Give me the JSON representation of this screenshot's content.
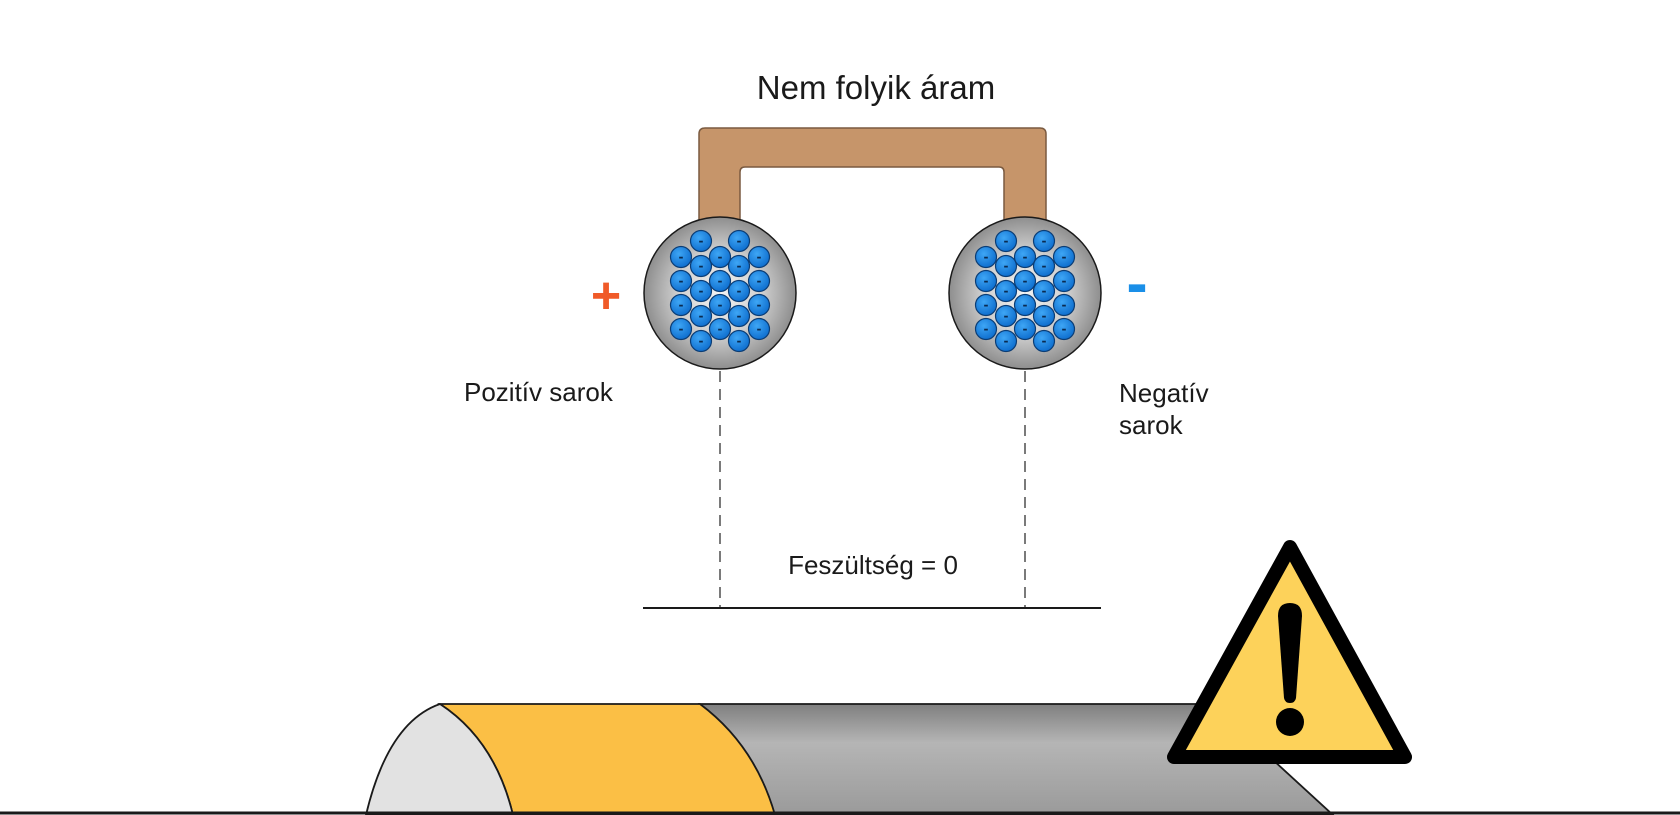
{
  "title": "Nem folyik áram",
  "positive_terminal": {
    "sign": "+",
    "label": "Pozitív sarok"
  },
  "negative_terminal": {
    "sign": "-",
    "label_line1": "Negatív",
    "label_line2": "sarok"
  },
  "voltage_label": "Feszültség = 0",
  "electron_symbol": "-",
  "colors": {
    "wire": "#c6956a",
    "electron": "#1a86e0",
    "positive_sign": "#f05a28",
    "negative_sign": "#1a8fe8",
    "terminal": "#a9a9a9",
    "warning_fill": "#fdd25a",
    "battery_band": "#fbbf45",
    "battery_body": "#9c9c9c",
    "battery_cap": "#e2e2e2"
  },
  "icons": [
    "warning-icon"
  ]
}
